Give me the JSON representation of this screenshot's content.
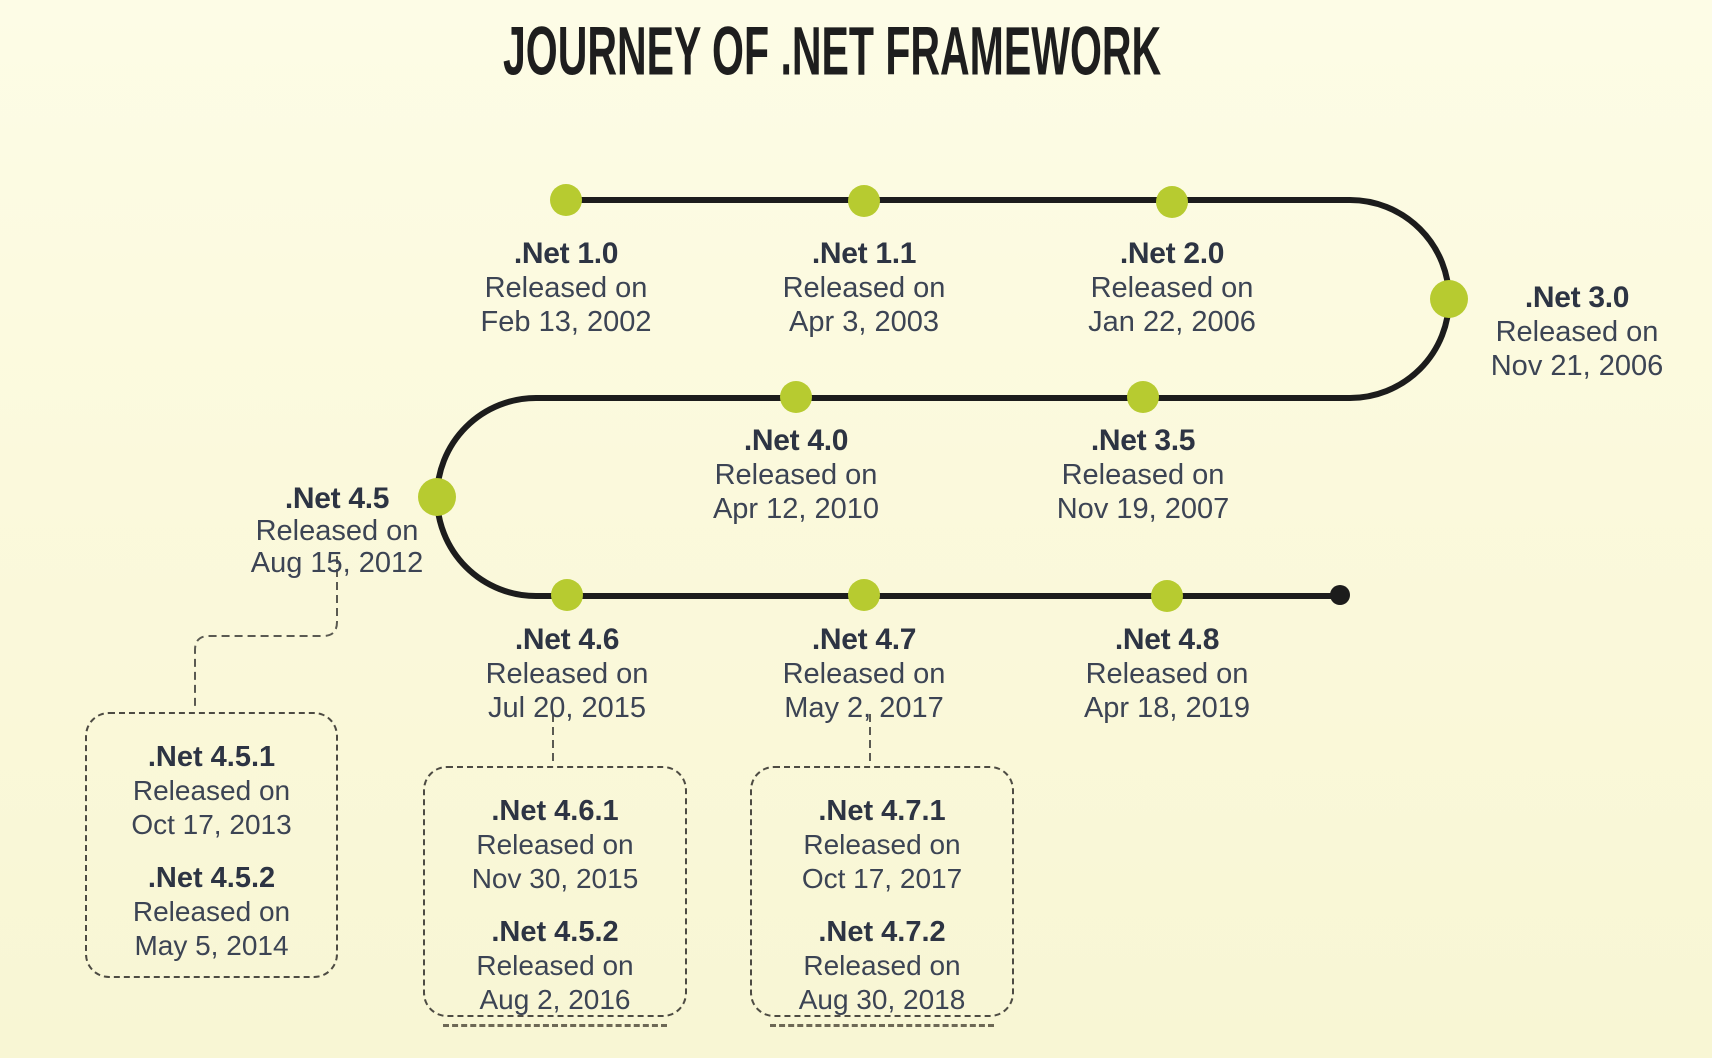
{
  "title": "JOURNEY OF .NET FRAMEWORK",
  "released_label": "Released on",
  "milestones": [
    {
      "name": ".Net 1.0",
      "date": "Feb 13, 2002"
    },
    {
      "name": ".Net 1.1",
      "date": "Apr 3, 2003"
    },
    {
      "name": ".Net 2.0",
      "date": "Jan 22, 2006"
    },
    {
      "name": ".Net 3.0",
      "date": "Nov 21, 2006"
    },
    {
      "name": ".Net 3.5",
      "date": "Nov 19, 2007"
    },
    {
      "name": ".Net 4.0",
      "date": "Apr 12, 2010"
    },
    {
      "name": ".Net 4.5",
      "date": "Aug 15, 2012"
    },
    {
      "name": ".Net 4.6",
      "date": "Jul 20, 2015"
    },
    {
      "name": ".Net 4.7",
      "date": "May 2, 2017"
    },
    {
      "name": ".Net 4.8",
      "date": "Apr 18, 2019"
    }
  ],
  "callouts": [
    {
      "entries": [
        {
          "name": ".Net 4.5.1",
          "date": "Oct 17, 2013"
        },
        {
          "name": ".Net 4.5.2",
          "date": "May 5, 2014"
        }
      ]
    },
    {
      "entries": [
        {
          "name": ".Net 4.6.1",
          "date": "Nov 30, 2015"
        },
        {
          "name": ".Net 4.5.2",
          "date": "Aug 2, 2016"
        }
      ]
    },
    {
      "entries": [
        {
          "name": ".Net 4.7.1",
          "date": "Oct 17, 2017"
        },
        {
          "name": ".Net 4.7.2",
          "date": "Aug 30, 2018"
        }
      ]
    }
  ],
  "colors": {
    "background": "#faf8da",
    "dot": "#b7cb30",
    "line": "#1c1c1c",
    "text": "#3c4454"
  }
}
